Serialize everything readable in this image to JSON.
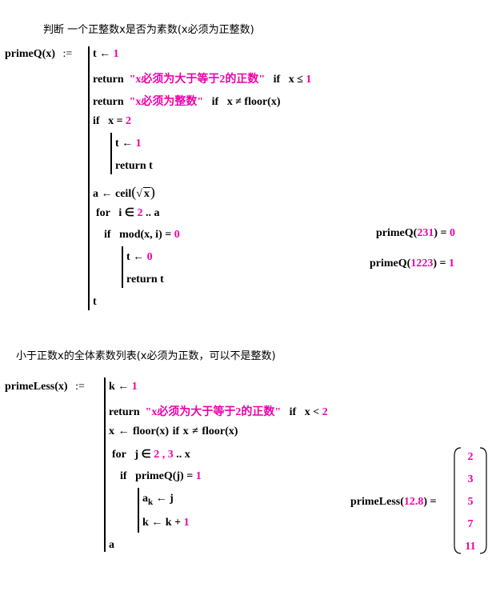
{
  "comment1": "判断 一个正整数x是否为素数(x必须为正整数)",
  "comment2": "小于正数x的全体素数列表(x必须为正数，可以不是整数)",
  "primeQ": {
    "name": "primeQ",
    "param": "x",
    "assign": ":=",
    "lines": {
      "l1_lhs": "t",
      "l1_arrow": "←",
      "l1_val": "1",
      "l2_kw": "return",
      "l2_str": "\"x必须为大于等于2的正数\"",
      "l2_if": "if",
      "l2_cond": "x ≤",
      "l2_val": "1",
      "l3_kw": "return",
      "l3_str": "\"x必须为整数\"",
      "l3_if": "if",
      "l3_cond": "x ≠ floor(x)",
      "l4_if": "if",
      "l4_cond": "x =",
      "l4_val": "2",
      "l5_lhs": "t",
      "l5_arrow": "←",
      "l5_val": "1",
      "l6": "return  t",
      "l7_lhs": "a ← ceil",
      "l7_sqrt": "√",
      "l7_x": "x",
      "l8_for": "for",
      "l8_var": "i ∈",
      "l8_start": "2",
      "l8_end": ".. a",
      "l9_if": "if",
      "l9_cond": "mod(x, i) =",
      "l9_val": "0",
      "l10_lhs": "t",
      "l10_arrow": "←",
      "l10_val": "0",
      "l11": "return  t",
      "l12": "t"
    },
    "eval1_fn": "primeQ(",
    "eval1_arg": "231",
    "eval1_eq": ") =",
    "eval1_res": "0",
    "eval2_fn": "primeQ(",
    "eval2_arg": "1223",
    "eval2_eq": ") =",
    "eval2_res": "1"
  },
  "primeLess": {
    "name": "primeLess",
    "param": "x",
    "assign": ":=",
    "lines": {
      "l1_lhs": "k ←",
      "l1_val": "1",
      "l2_kw": "return",
      "l2_str": "\"x必须为大于等于2的正数\"",
      "l2_if": "if",
      "l2_cond": "x <",
      "l2_val": "2",
      "l3": "x ← floor(x)   if   x ≠ floor(x)",
      "l4_for": "for",
      "l4_var": "j ∈",
      "l4_range": "2 , 3",
      "l4_end": ".. x",
      "l5_if": "if",
      "l5_cond": "primeQ(j) =",
      "l5_val": "1",
      "l6_lhs": "a",
      "l6_sub": "k",
      "l6_rhs": "← j",
      "l7_lhs": "k ← k +",
      "l7_val": "1",
      "l8": "a"
    },
    "eval_fn": "primeLess(",
    "eval_arg": "12.8",
    "eval_eq": ") =",
    "result": [
      "2",
      "3",
      "5",
      "7",
      "11"
    ]
  }
}
